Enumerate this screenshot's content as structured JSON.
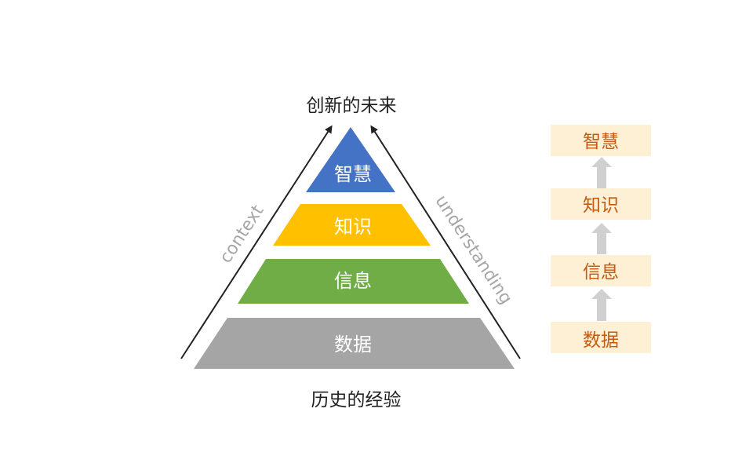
{
  "top_caption": "创新的未来",
  "bottom_caption": "历史的经验",
  "left_arrow_label": "context",
  "right_arrow_label": "understanding",
  "pyramid": {
    "tiers": [
      {
        "label": "智慧",
        "color": "#4472c4"
      },
      {
        "label": "知识",
        "color": "#ffc000"
      },
      {
        "label": "信息",
        "color": "#70ad47"
      },
      {
        "label": "数据",
        "color": "#a5a5a5"
      }
    ]
  },
  "stack": {
    "items": [
      {
        "label": "智慧"
      },
      {
        "label": "知识"
      },
      {
        "label": "信息"
      },
      {
        "label": "数据"
      }
    ],
    "box_color": "#fdf0d5",
    "text_color": "#c55a11",
    "arrow_color": "#d0d0d0"
  }
}
